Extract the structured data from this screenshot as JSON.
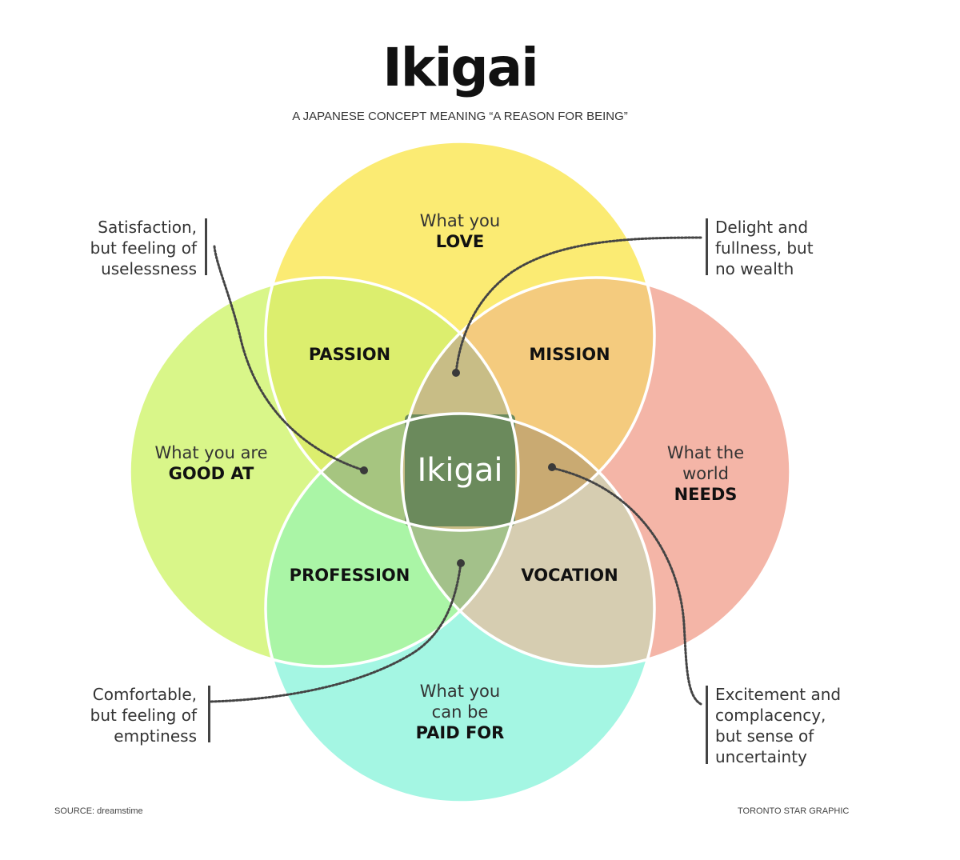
{
  "title": "Ikigai",
  "subtitle": "A JAPANESE CONCEPT MEANING “A REASON FOR BEING”",
  "circles": {
    "love": {
      "line1": "What you",
      "bold": "LOVE",
      "color": "#fbeb73"
    },
    "good": {
      "line1": "What you are",
      "bold": "GOOD AT",
      "color": "#d9f689"
    },
    "needs": {
      "line1": "What the",
      "line2": "world",
      "bold": "NEEDS",
      "color": "#f4b5a7"
    },
    "paid": {
      "line1": "What you",
      "line2": "can be",
      "bold": "PAID FOR",
      "color": "#a4f6e3"
    }
  },
  "regions": {
    "passion": "PASSION",
    "mission": "MISSION",
    "profession": "PROFESSION",
    "vocation": "VOCATION"
  },
  "center": "Ikigai",
  "notes": {
    "top_left": "Satisfaction,\nbut feeling of\nuselessness",
    "top_right": "Delight and\nfullness, but\nno wealth",
    "bottom_left": "Comfortable,\nbut feeling of\nemptiness",
    "bottom_right": "Excitement and\ncomplacency,\nbut sense of\nuncertainty"
  },
  "footer": {
    "source": "SOURCE: dreamstime",
    "credit": "TORONTO STAR GRAPHIC"
  }
}
